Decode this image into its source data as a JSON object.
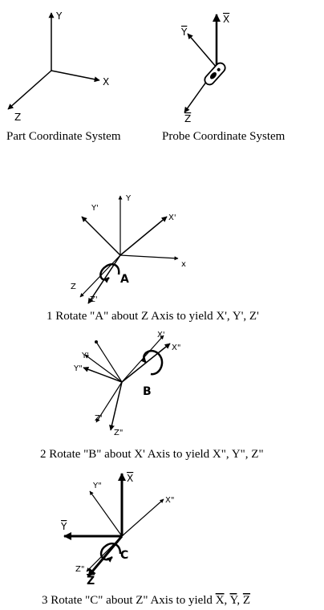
{
  "part_system": {
    "axes": {
      "y": "Y",
      "x": "X",
      "z": "Z"
    },
    "caption": "Part Coordinate System"
  },
  "probe_system": {
    "axes": {
      "x": "X",
      "y": "Y",
      "z": "Z"
    },
    "caption": "Probe Coordinate System"
  },
  "step1": {
    "axes": {
      "y": "Y",
      "y_prime": "Y'",
      "x_prime": "X'",
      "x": "x",
      "z": "Z",
      "z_prime": "Z'"
    },
    "rotation_label": "A",
    "caption": "1 Rotate \"A\" about Z Axis to yield X', Y', Z'"
  },
  "step2": {
    "axes": {
      "x_prime": "X'",
      "x_dprime": "X\"",
      "y_prime": "Y'",
      "y_dprime": "Y\"",
      "z_prime": "Z'",
      "z_dprime": "Z\""
    },
    "rotation_label": "B",
    "caption": "2 Rotate \"B\" about X' Axis to yield X\", Y\", Z\""
  },
  "step3": {
    "axes": {
      "x_bar": "X",
      "y_dprime": "Y\"",
      "x_dprime": "X\"",
      "y_bar": "Y",
      "z_dprime": "Z\"",
      "z_bar": "Z"
    },
    "rotation_label": "C",
    "caption_prefix": "3 Rotate \"C\" about Z\" Axis to yield ",
    "caption_x": "X",
    "caption_y": "Y",
    "caption_z": "Z",
    "caption_sep": ", "
  }
}
